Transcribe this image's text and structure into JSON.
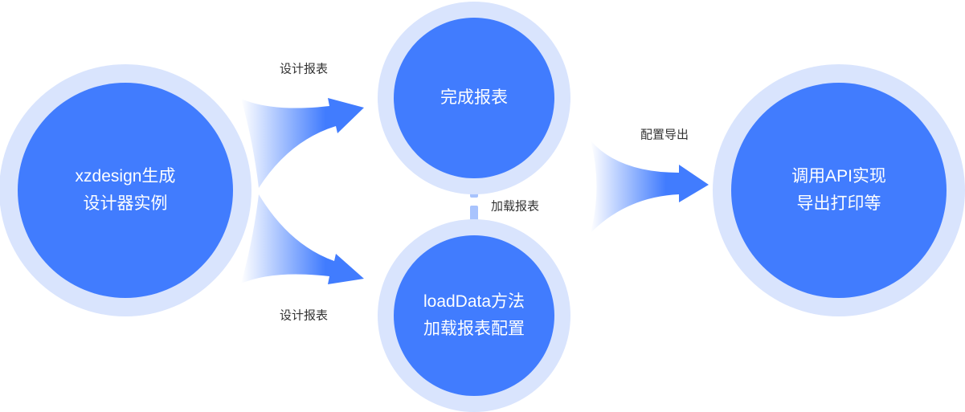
{
  "nodes": {
    "start": {
      "line1": "xzdesign生成",
      "line2": "设计器实例"
    },
    "complete": {
      "line1": "完成报表"
    },
    "load": {
      "line1": "loadData方法",
      "line2": "加载报表配置"
    },
    "api": {
      "line1": "调用API实现",
      "line2": "导出打印等"
    }
  },
  "edges": {
    "design_top": "设计报表",
    "design_bottom": "设计报表",
    "load_report": "加载报表",
    "export_config": "配置导出"
  },
  "colors": {
    "primary": "#417cfe",
    "ring": "#d9e4fd",
    "connector": "#a8c3fd"
  }
}
